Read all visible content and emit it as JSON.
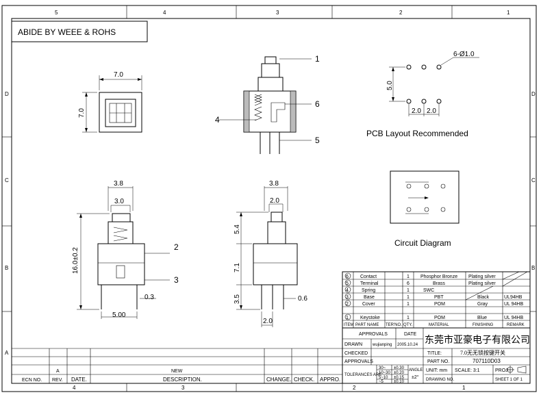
{
  "border": {
    "top_zones": [
      "5",
      "4",
      "3",
      "2",
      "1"
    ],
    "bottom_zones": [
      "4",
      "3",
      "2",
      "1"
    ],
    "side_zones": [
      "D",
      "C",
      "B",
      "A"
    ]
  },
  "header_note": "ABIDE BY WEEE & ROHS",
  "top_view": {
    "width": "7.0",
    "height": "7.0"
  },
  "section_view": {
    "callouts": [
      "1",
      "6",
      "4",
      "5"
    ]
  },
  "pcb": {
    "hole_spec": "6-Ø1.0",
    "height": "5.0",
    "pitch_a": "2.0",
    "pitch_b": "2.0",
    "caption": "PCB Layout Recommended"
  },
  "circuit": {
    "caption": "Circuit Diagram"
  },
  "front_view": {
    "top_width": "3.8",
    "stem_width": "3.0",
    "total_height": "16.0±0.2",
    "pin_thickness": "0.3",
    "pin_span": "5.00",
    "callouts": [
      "2",
      "3"
    ]
  },
  "side_view": {
    "top_width": "3.8",
    "stem_width": "2.0",
    "stem_height": "5.4",
    "body_height": "7.1",
    "pin_length": "3.5",
    "pin_width": "0.6",
    "pin_pitch": "2.0"
  },
  "bom": {
    "headers": [
      "ITEM",
      "PART NAME",
      "TER'NO.",
      "QTY.",
      "MATERIAL",
      "FINISHING",
      "REMARK"
    ],
    "rows": [
      {
        "item": "6",
        "name": "Contact",
        "qty": "1",
        "material": "Phosphor Bronze",
        "finishing": "Plating silver",
        "remark": ""
      },
      {
        "item": "5",
        "name": "Terminal",
        "qty": "6",
        "material": "Brass",
        "finishing": "Plating silver",
        "remark": ""
      },
      {
        "item": "4",
        "name": "Spring",
        "qty": "1",
        "material": "SWC",
        "finishing": "",
        "remark": ""
      },
      {
        "item": "3",
        "name": "Base",
        "qty": "1",
        "material": "PBT",
        "finishing": "Black",
        "remark": "UL94HB"
      },
      {
        "item": "2",
        "name": "Cover",
        "qty": "1",
        "material": "POM",
        "finishing": "Gray",
        "remark": "UL 94HB"
      },
      {
        "item": "1",
        "name": "Keystoke",
        "qty": "1",
        "material": "POM",
        "finishing": "Blue",
        "remark": "UL 94HB"
      }
    ]
  },
  "title_block": {
    "approvals": "APPROVALS",
    "date_label": "DATE",
    "drawn_label": "DRAWN",
    "drawn_by": "wujianping",
    "drawn_date": "2005.10.24",
    "company": "东莞市亚豪电子有限公司",
    "checked_label": "CHECKED",
    "title_label": "TITLE:",
    "title": "7.0无无锁按键开关",
    "approvals2": "APPROVALS",
    "part_no_label": "PART NO.",
    "part_no": "707110D03",
    "tolerances_label": "TOLERANCES ARE",
    "tol_ranges": [
      "30~",
      "10~30",
      "5~10",
      "~5"
    ],
    "tol_values": [
      "±0.30",
      "±0.20",
      "±0.15",
      "±0.10"
    ],
    "angle_label": "ANGLE",
    "angle_value": "±2°",
    "unit": "UNIT: mm",
    "scale": "SCALE: 3:1",
    "proj": "PROJ",
    "drawing_no_label": "DRAWING NO.",
    "sheet": "SHEET 1 OF 1"
  },
  "revision_block": {
    "ecn": "ECN NO.",
    "rev": "REV.",
    "date": "DATE.",
    "a": "A",
    "new": "NEW",
    "description": "DESCRIPTION.",
    "change": "CHANGE.",
    "check": "CHECK.",
    "appro": "APPRO."
  }
}
